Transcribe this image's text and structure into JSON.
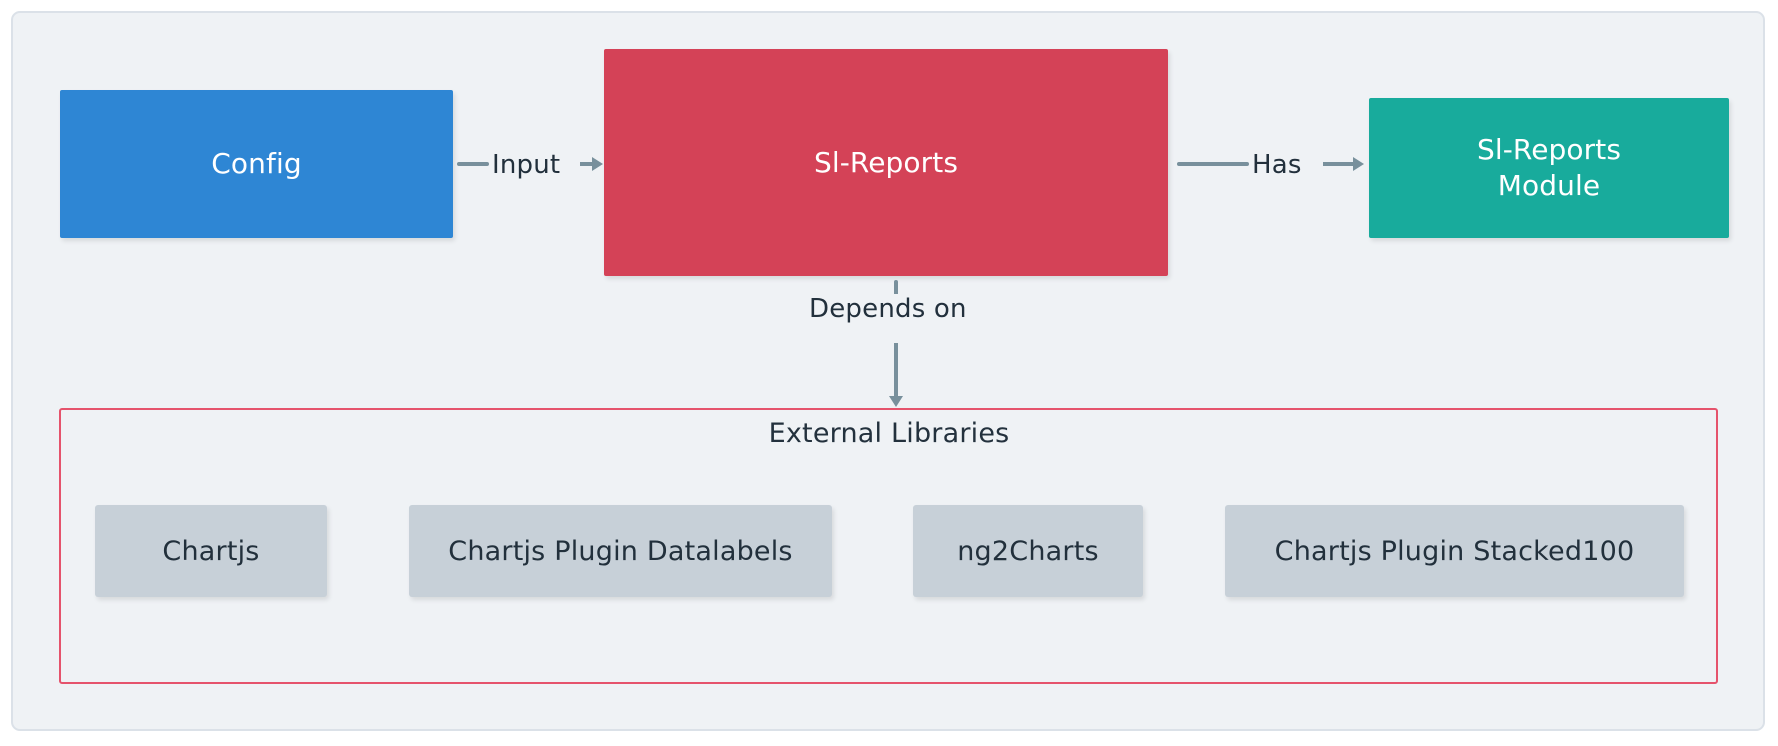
{
  "diagram": {
    "type": "flowchart",
    "background_color": "#eff2f5",
    "frame_border_color": "#dbe1e8",
    "nodes": [
      {
        "id": "config",
        "label": "Config",
        "fill": "#2e86d4",
        "text_color": "#ffffff"
      },
      {
        "id": "slreports",
        "label": "Sl-Reports",
        "fill": "#d44257",
        "text_color": "#ffffff"
      },
      {
        "id": "module",
        "label_line1": "Sl-Reports",
        "label_line2": "Module",
        "fill": "#18ab9c",
        "text_color": "#ffffff"
      }
    ],
    "edges": [
      {
        "id": "config-to-slreports",
        "label": "Input",
        "from": "config",
        "to": "slreports",
        "color": "#78909c"
      },
      {
        "id": "slreports-to-module",
        "label": "Has",
        "from": "slreports",
        "to": "module",
        "color": "#78909c"
      },
      {
        "id": "slreports-to-libs",
        "label": "Depends on",
        "from": "slreports",
        "to": "libraries",
        "color": "#78909c"
      }
    ],
    "subgraph": {
      "id": "libraries",
      "title": "External Libraries",
      "border_color": "#e5536c",
      "chip_fill": "#c7d0d8",
      "chip_text_color": "#22303c",
      "items": [
        {
          "label": "Chartjs"
        },
        {
          "label": "Chartjs Plugin Datalabels"
        },
        {
          "label": "ng2Charts"
        },
        {
          "label": "Chartjs Plugin Stacked100"
        }
      ]
    }
  }
}
